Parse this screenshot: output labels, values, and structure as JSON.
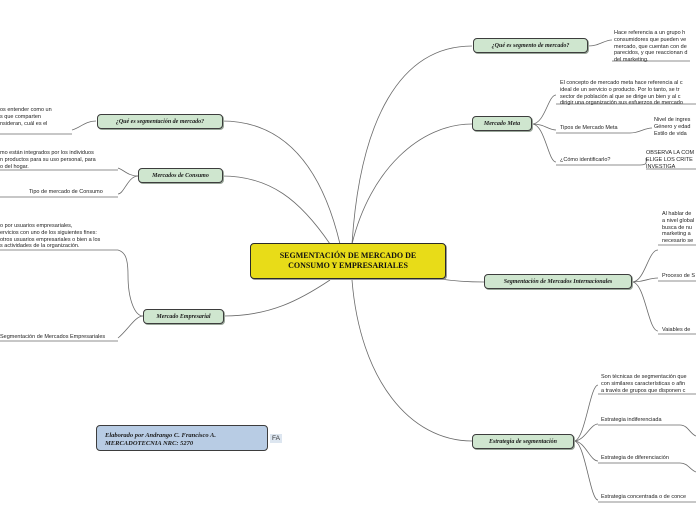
{
  "center": {
    "title_line1": "SEGMENTACIÓN DE MERCADO DE",
    "title_line2": "CONSUMO Y EMPRESARIALES"
  },
  "credit": {
    "line1": "Elaborado por Andrango C. Francisco A.",
    "line2": "MERCADOTECNIA NRC: 5270",
    "badge": "FA"
  },
  "left": {
    "q_segmentacion": {
      "label": "¿Qué es segmentación de mercado?",
      "text": [
        "os entender como un",
        "s que comparten",
        "nsideran, cuál es el"
      ]
    },
    "mercados_consumo": {
      "label": "Mercados de Consumo",
      "text": [
        "mo están integrados por los individuos",
        "n productos para su uso personal, para",
        "o del hogar."
      ],
      "tipo": "Tipo de mercado de Consumo"
    },
    "mercado_empresarial": {
      "label": "Mercado Empresarial",
      "text": [
        "o por usuarios empresariales,",
        "ervicios con uno de los siguientes fines:",
        "otros usuarios empresariales o bien a los",
        "s actividades de la organización."
      ],
      "segmentacion": "Segmentación de Mercados Empresariales"
    }
  },
  "right": {
    "q_segmento": {
      "label": "¿Qué es segmento de mercado?",
      "text": [
        "Hace referencia a un grupo h",
        "consumidores que pueden ve",
        "mercado, que cuentan con de",
        "parecidos, y que reaccionan d",
        "del marketing."
      ]
    },
    "mercado_meta": {
      "label": "Mercado Meta",
      "text": [
        "El concepto de mercado meta hace referencia al c",
        "ideal de un servicio o producto. Por lo tanto, se tr",
        "sector de población al que se dirige un bien y al c",
        "dirigir una organización sus esfuerzos de mercado"
      ],
      "tipos": "Tipos de Mercado Meta",
      "tipos_detail": [
        "Nivel de ingres",
        "Género y edad",
        "Estilo de vida"
      ],
      "identificarlo": "¿Cómo identificarlo?",
      "identificarlo_detail": [
        "OBSERVA LA COM",
        "ELIGE LOS CRITE",
        "INVESTIGA"
      ]
    },
    "internacionales": {
      "label": "Segmentación de Mercados Internacionales",
      "text": [
        "Al hablar de",
        "a nivel global",
        "busca de nu",
        "marketing a",
        "necesario se"
      ],
      "proceso": "Proceso de S",
      "variables": "Vaiables de"
    },
    "estrategia": {
      "label": "Estrategia de segmentación",
      "text": [
        "Son técnicas de segmentación que",
        "con similares características o afin",
        "a través de grupos que disponen c"
      ],
      "indiferenciada": "Estrategia indiferenciada",
      "diferenciacion": "Estrategia de diferenciación",
      "concentrada": "Estrategia concentrada o de conce"
    }
  },
  "colors": {
    "central": "#e8dc18",
    "branch": "#cfe6cf",
    "credit": "#b8cce4",
    "line": "#6a6a6a"
  }
}
